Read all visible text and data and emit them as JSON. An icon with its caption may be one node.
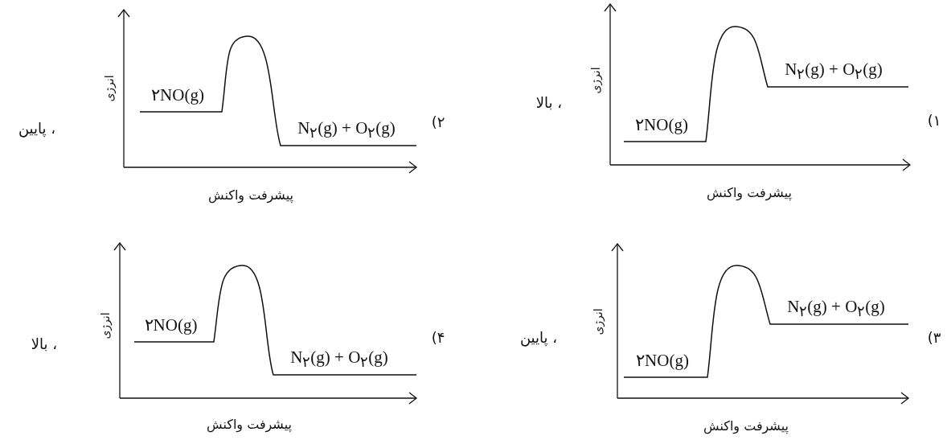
{
  "diagram": {
    "labels": [
      "۱)",
      "N$_{۲}$(g) + O$_{۲}$(g)",
      "۲NO(g)",
      "انرژی",
      "پیشرفت واکنش",
      "، بالا",
      "۲)",
      "۲NO(g)",
      "N$_{۲}$(g) + O$_{۲}$(g)",
      "انرژی",
      "پیشرفت واکنش",
      "، پایین",
      "۳)",
      "N$_{۲}$(g) + O$_{۲}$(g)",
      "۲NO(g)",
      "انرژی",
      "پیشرفت واکنش",
      "، پایین",
      "۴)",
      "۲NO(g)",
      "N$_{۲}$(g) + O$_{۲}$(g)",
      "انرژی",
      "پیشرفت واکنش",
      "، بالا"
    ]
  }
}
